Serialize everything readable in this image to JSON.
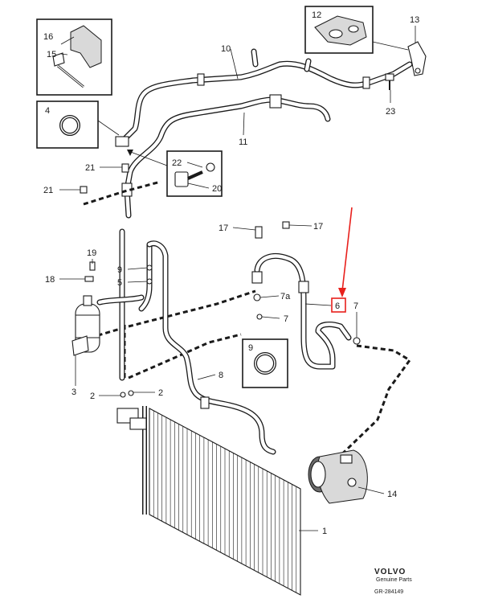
{
  "labels": {
    "p1": "1",
    "p2a": "2",
    "p2b": "2",
    "p3": "3",
    "p4": "4",
    "p5": "5",
    "p6": "6",
    "p7a": "7",
    "p7b": "7",
    "p7c": "7a",
    "p8": "8",
    "p9a": "9",
    "p9b": "9",
    "p10": "10",
    "p11": "11",
    "p12": "12",
    "p13": "13",
    "p14": "14",
    "p15": "15",
    "p16": "16",
    "p17a": "17",
    "p17b": "17",
    "p18": "18",
    "p19": "19",
    "p20": "20",
    "p21a": "21",
    "p21b": "21",
    "p22": "22",
    "p23": "23"
  },
  "brand": {
    "name": "VOLVO",
    "tagline": "Genuine Parts",
    "ref": "GR-284149"
  },
  "highlight": {
    "color": "#e8201c",
    "target": "6"
  }
}
